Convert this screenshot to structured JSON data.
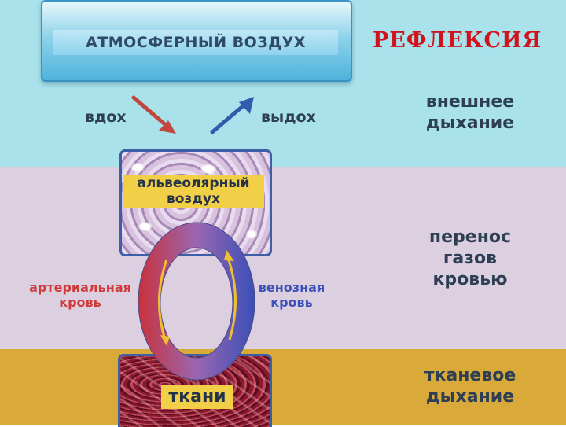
{
  "title": "РЕФЛЕКСИЯ",
  "atmosphere": {
    "label": "АТМОСФЕРНЫЙ ВОЗДУХ"
  },
  "flows": {
    "inhale": "вдох",
    "exhale": "выдох"
  },
  "alveolar": {
    "line1": "альвеолярный",
    "line2": "воздух"
  },
  "blood": {
    "arterial": {
      "line1": "артериальная",
      "line2": "кровь",
      "color": "#d23a3a"
    },
    "venous": {
      "line1": "венозная",
      "line2": "кровь",
      "color": "#3d52b8"
    }
  },
  "tissue": {
    "label": "ткани"
  },
  "stages": [
    {
      "line1": "внешнее",
      "line2": "дыхание"
    },
    {
      "line1": "перенос",
      "line2": "газов",
      "line3": "кровью"
    },
    {
      "line1": "тканевое",
      "line2": "дыхание"
    }
  ],
  "colors": {
    "top_band": "#a9e2ea",
    "middle_band": "#dcd0e0",
    "bottom_band": "#d9aa3a",
    "title": "#d0141e"
  }
}
